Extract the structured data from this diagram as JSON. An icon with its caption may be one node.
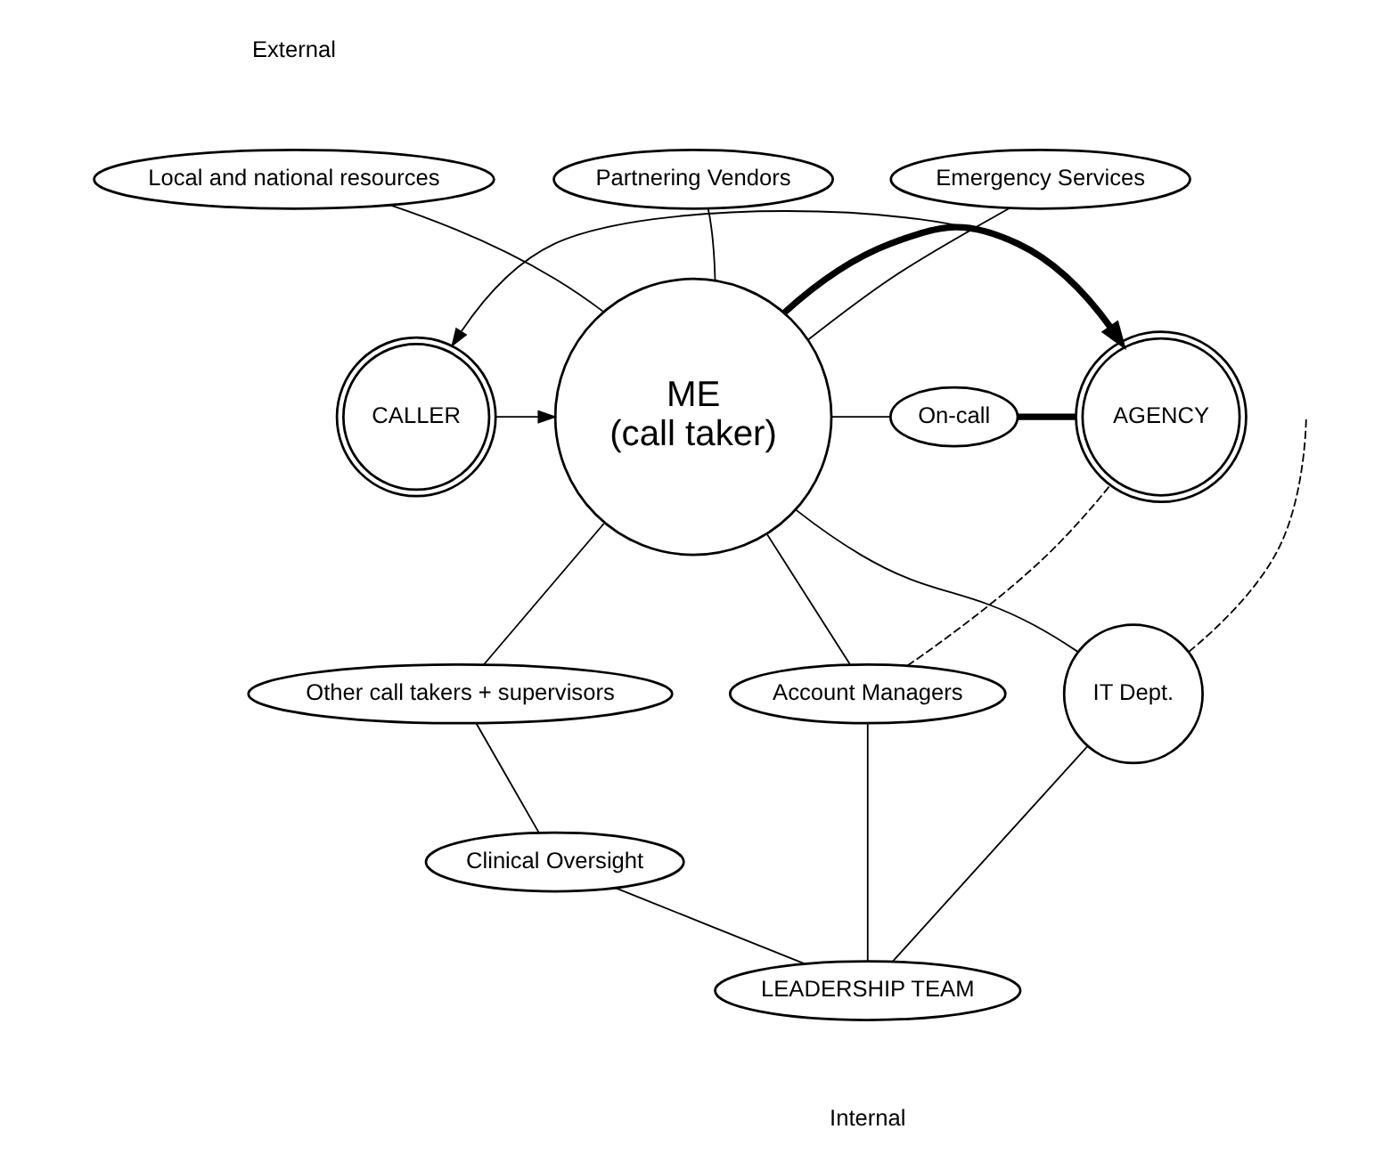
{
  "diagram": {
    "nodes": [
      {
        "text": [
          "CALLER"
        ]
      },
      {
        "text": [
          "ME",
          "(call taker)"
        ]
      },
      {
        "text": [
          "AGENCY"
        ]
      },
      {
        "text": [
          "Partnering Vendors"
        ]
      },
      {
        "text": [
          "Local and national resources"
        ]
      },
      {
        "text": [
          "Emergency Services"
        ]
      },
      {
        "text": [
          "On-call"
        ]
      },
      {
        "text": [
          "IT Dept."
        ]
      },
      {
        "text": [
          "Other call takers + supervisors"
        ]
      },
      {
        "text": [
          "Account Managers"
        ]
      },
      {
        "text": [
          "Clinical Oversight"
        ]
      },
      {
        "text": [
          "LEADERSHIP TEAM"
        ]
      }
    ],
    "edges": [
      {
        "from": 0,
        "to": 1,
        "arrow": "to"
      },
      {
        "from": 1,
        "to": 2,
        "arrow": "to",
        "style": "thick"
      },
      {
        "from": 2,
        "to": 0,
        "arrow": "to"
      },
      {
        "from": 1,
        "to": 3,
        "arrow": "none"
      },
      {
        "from": 1,
        "to": 4,
        "arrow": "none"
      },
      {
        "from": 1,
        "to": 5,
        "arrow": "none"
      },
      {
        "from": 1,
        "to": 6,
        "arrow": "none"
      },
      {
        "from": 6,
        "to": 2,
        "arrow": "none",
        "style": "thick"
      },
      {
        "from": 7,
        "to": null,
        "arrow": "none",
        "style": "dashed"
      },
      {
        "from": 1,
        "to": 7,
        "arrow": "none"
      },
      {
        "from": 1,
        "to": 8,
        "arrow": "none"
      },
      {
        "from": 1,
        "to": 9,
        "arrow": "none"
      },
      {
        "from": 9,
        "to": 2,
        "arrow": "none",
        "style": "dashed"
      },
      {
        "from": 8,
        "to": 10,
        "arrow": "none"
      },
      {
        "from": 10,
        "to": 11,
        "arrow": "none"
      },
      {
        "from": 7,
        "to": 11,
        "arrow": "none"
      },
      {
        "from": 9,
        "to": 11,
        "arrow": "none"
      }
    ],
    "labels": [
      "External",
      "Internal"
    ]
  }
}
